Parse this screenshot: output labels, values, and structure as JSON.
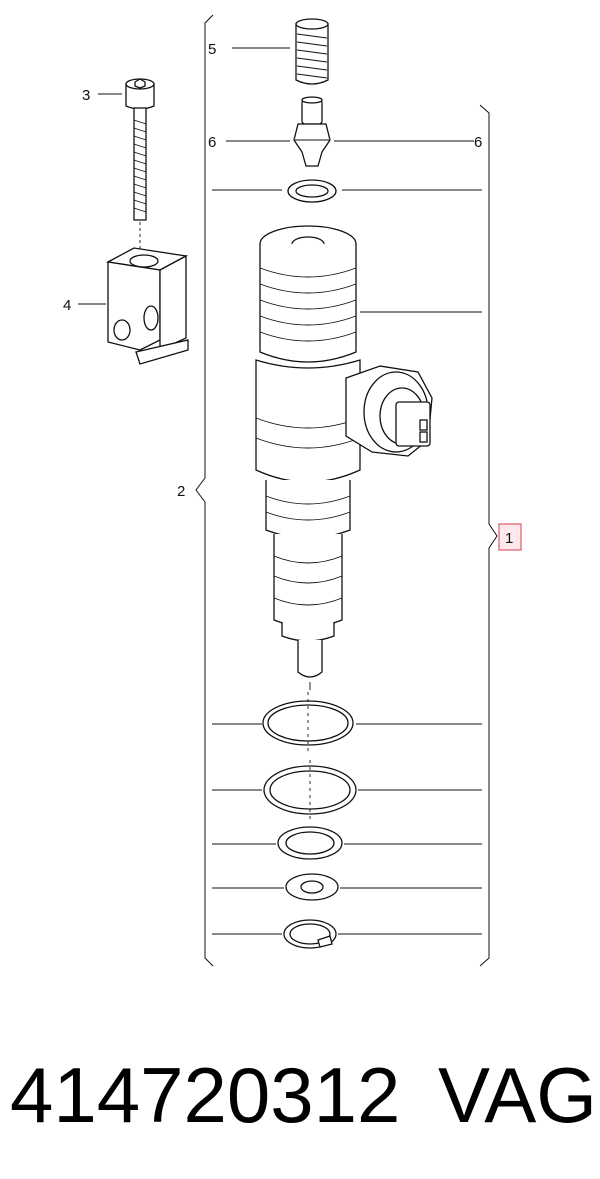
{
  "callouts": {
    "c1": "1",
    "c2": "2",
    "c3": "3",
    "c4": "4",
    "c5": "5",
    "c6_left": "6",
    "c6_right": "6"
  },
  "caption": {
    "part_number": "414720312",
    "brand": "VAG"
  },
  "highlight_color": "#e05a67"
}
